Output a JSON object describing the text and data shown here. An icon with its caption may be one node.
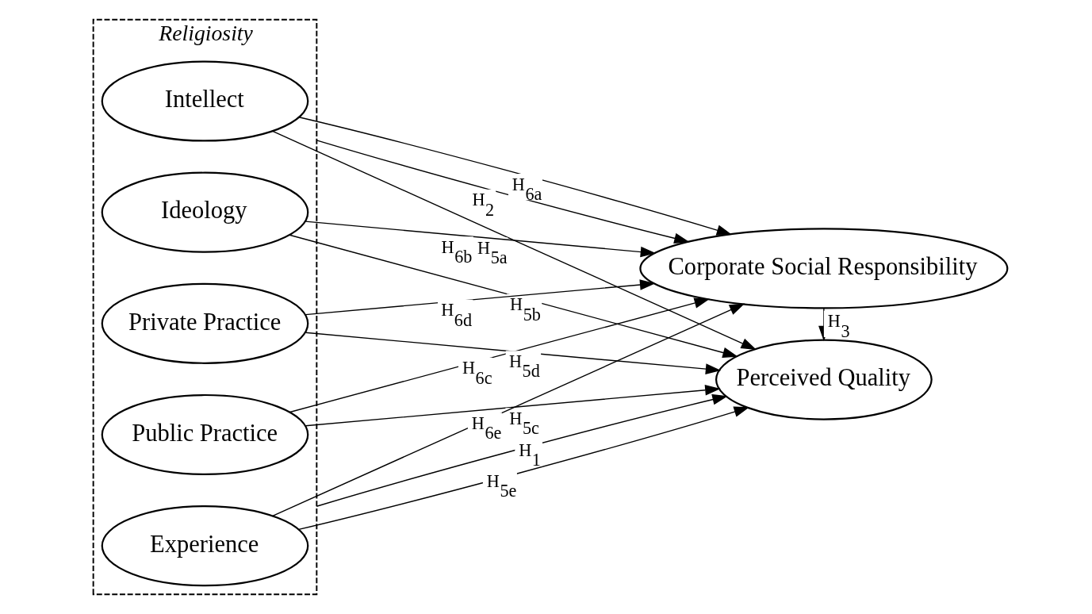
{
  "diagram": {
    "nodes": [
      {
        "text": [
          "Religiosity"
        ]
      },
      {
        "text": [
          "Intellect"
        ],
        "in": 0
      },
      {
        "text": [
          "Ideology"
        ],
        "in": 0
      },
      {
        "text": [
          "Public Practice"
        ],
        "in": 0
      },
      {
        "text": [
          "Private Practice"
        ],
        "in": 0
      },
      {
        "text": [
          "Experience"
        ],
        "in": 0
      },
      {
        "text": [
          "Corporate Social Responsibility"
        ]
      },
      {
        "text": [
          "Perceived Quality"
        ]
      }
    ],
    "edges": [
      {
        "from": 0,
        "to": 6,
        "arrow": "to",
        "label": "H$_{2}$"
      },
      {
        "from": 1,
        "to": 6,
        "arrow": "to",
        "label": "H$_{6a}$"
      },
      {
        "from": 2,
        "to": 6,
        "arrow": "to",
        "label": "H$_{6b}$"
      },
      {
        "from": 3,
        "to": 6,
        "arrow": "to",
        "label": "H$_{6c}$"
      },
      {
        "from": 4,
        "to": 6,
        "arrow": "to",
        "label": "H$_{6d}$"
      },
      {
        "from": 5,
        "to": 6,
        "arrow": "to",
        "label": "H$_{6e}$"
      },
      {
        "from": 1,
        "to": 7,
        "arrow": "to",
        "label": "H$_{5a}$"
      },
      {
        "from": 2,
        "to": 7,
        "arrow": "to",
        "label": "H$_{5b}$"
      },
      {
        "from": 3,
        "to": 7,
        "arrow": "to",
        "label": "H$_{5c}$"
      },
      {
        "from": 4,
        "to": 7,
        "arrow": "to",
        "label": "H$_{5d}$"
      },
      {
        "from": 5,
        "to": 7,
        "arrow": "to",
        "label": "H$_{5e}$"
      },
      {
        "from": 0,
        "to": 7,
        "arrow": "to",
        "label": "H$_{1}$"
      },
      {
        "from": 6,
        "to": 7,
        "arrow": "to",
        "label": "H$_{3}$"
      }
    ]
  }
}
